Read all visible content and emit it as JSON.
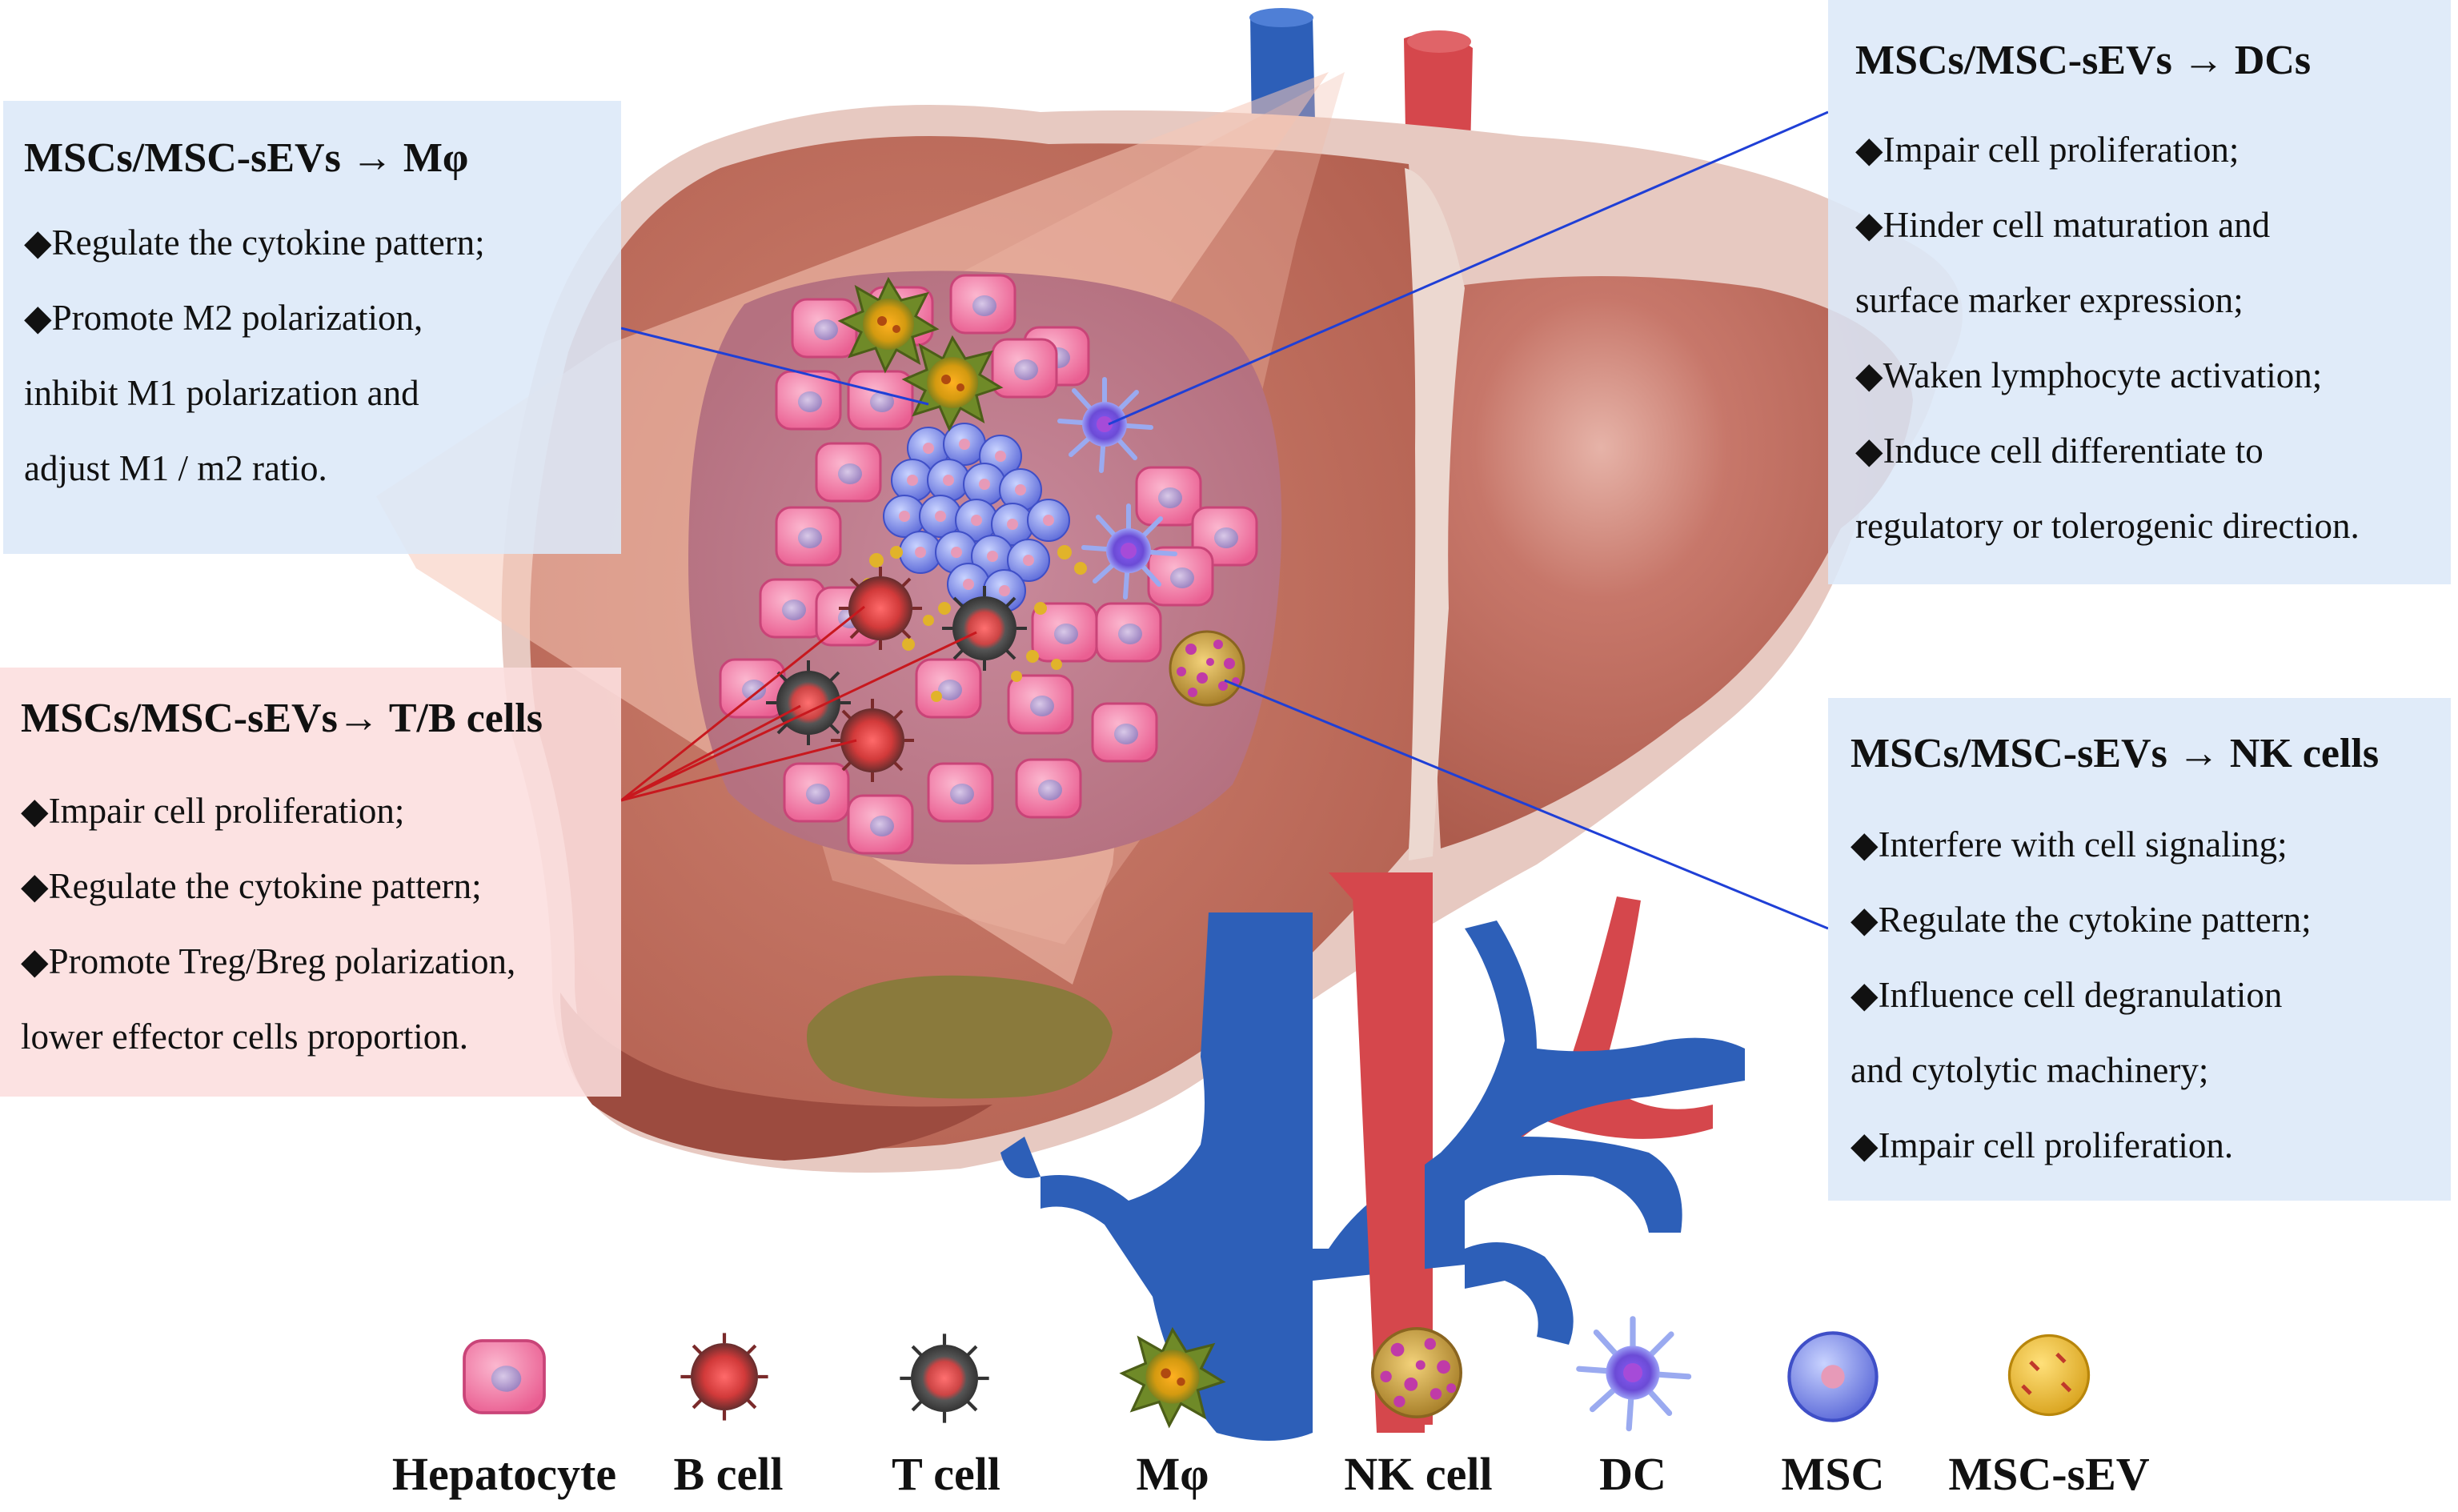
{
  "panels": {
    "macrophage": {
      "title": "MSCs/MSC-sEVs → Mφ",
      "lines": [
        "◆Regulate the cytokine pattern;",
        "◆Promote M2 polarization,",
        "inhibit M1 polarization and",
        "adjust M1 / m2 ratio."
      ]
    },
    "tb_cells": {
      "title": "MSCs/MSC-sEVs→ T/B cells",
      "lines": [
        "◆Impair cell proliferation;",
        "◆Regulate the cytokine pattern;",
        "◆Promote Treg/Breg polarization,",
        "lower  effector cells proportion."
      ]
    },
    "dcs": {
      "title": "MSCs/MSC-sEVs → DCs",
      "lines": [
        "◆Impair cell proliferation;",
        "◆Hinder cell maturation and",
        "surface marker expression;",
        "◆Waken lymphocyte activation;",
        "◆Induce cell differentiate to",
        "regulatory or tolerogenic direction."
      ]
    },
    "nk_cells": {
      "title": "MSCs/MSC-sEVs → NK cells",
      "lines": [
        "◆Interfere with cell signaling;",
        "◆Regulate the cytokine pattern;",
        "◆Influence cell degranulation",
        "and cytolytic machinery;",
        "◆Impair cell proliferation."
      ]
    }
  },
  "legend": [
    {
      "label": "Hepatocyte",
      "icon": "hepatocyte-icon"
    },
    {
      "label": "B cell",
      "icon": "b-cell-icon"
    },
    {
      "label": "T cell",
      "icon": "t-cell-icon"
    },
    {
      "label": "Mφ",
      "icon": "macrophage-icon"
    },
    {
      "label": "NK cell",
      "icon": "nk-cell-icon"
    },
    {
      "label": "DC",
      "icon": "dendritic-cell-icon"
    },
    {
      "label": "MSC",
      "icon": "msc-icon"
    },
    {
      "label": "MSC-sEV",
      "icon": "msc-sev-icon"
    }
  ],
  "colors": {
    "liver": "#c4705f",
    "liver_dark": "#a35446",
    "vein_blue": "#2d5fb8",
    "artery_red": "#d5474c",
    "gallbladder": "#8a7a3c",
    "hepatocyte_pink": "#ef6f9c",
    "panel_blue": "#dce8f8",
    "panel_pink": "#fcdede",
    "connector_blue": "#1f3fd6",
    "connector_red": "#c8181e"
  }
}
